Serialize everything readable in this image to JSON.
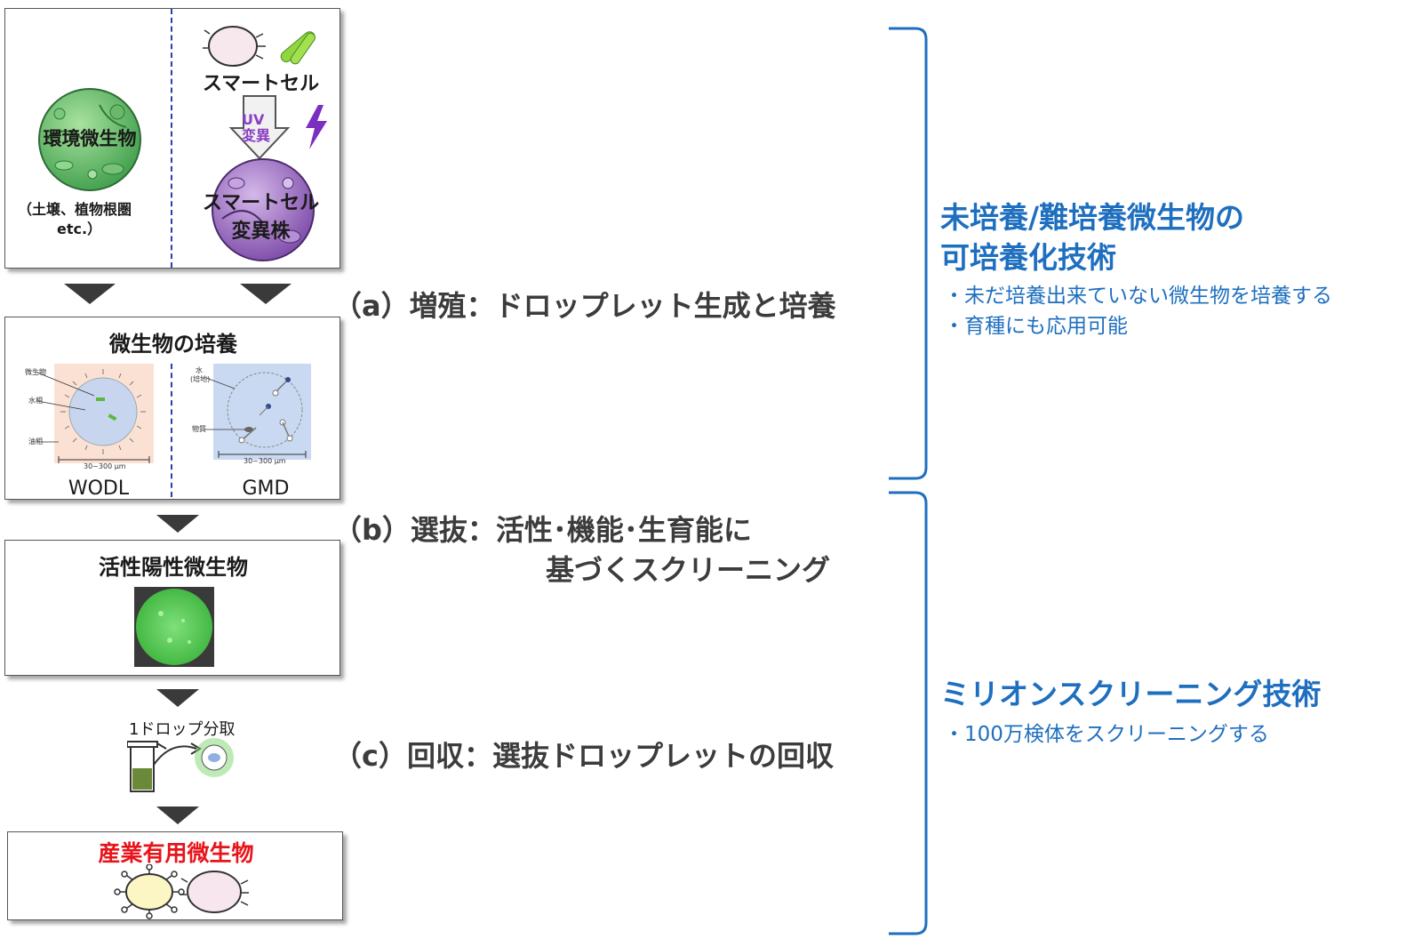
{
  "box1": {
    "env_label": "環境微生物",
    "env_sub_line1": "（土壌、植物根圏",
    "env_sub_line2": "etc.）",
    "smartcell_label": "スマートセル",
    "uv_label": "UV変異",
    "mutant_line1": "スマートセル",
    "mutant_line2": "変異株"
  },
  "box2": {
    "title": "微生物の培養",
    "wodl": {
      "label_microbe": "微生物",
      "label_water": "水相",
      "label_oil": "油相",
      "scale": "30~300 μm",
      "caption": "WODL"
    },
    "gmd": {
      "label_water_line1": "水",
      "label_water_line2": "(培地)",
      "label_substance": "物質",
      "scale": "30~300 μm",
      "caption": "GMD"
    }
  },
  "box3": {
    "title": "活性陽性微生物"
  },
  "dispense": {
    "label": "1ドロップ分取"
  },
  "box4": {
    "title": "産業有用微生物"
  },
  "steps": {
    "a": "（a）増殖：ドロップレット生成と培養",
    "b_line1": "（b）選抜：活性･機能･生育能に",
    "b_line2": "基づくスクリーニング",
    "c": "（c）回収：選抜ドロップレットの回収"
  },
  "tech1": {
    "title_line1": "未培養/難培養微生物の",
    "title_line2": "可培養化技術",
    "bullets": [
      "・未だ培養出来ていない微生物を培養する",
      "・育種にも応用可能"
    ]
  },
  "tech2": {
    "title": "ミリオンスクリーニング技術",
    "bullets": [
      "・100万検体をスクリーニングする"
    ]
  },
  "colors": {
    "accent_blue": "#1e6fbf",
    "highlight_red": "#e8141b",
    "env_green": "#5cb85c",
    "mutant_purple": "#8a5bb5"
  }
}
